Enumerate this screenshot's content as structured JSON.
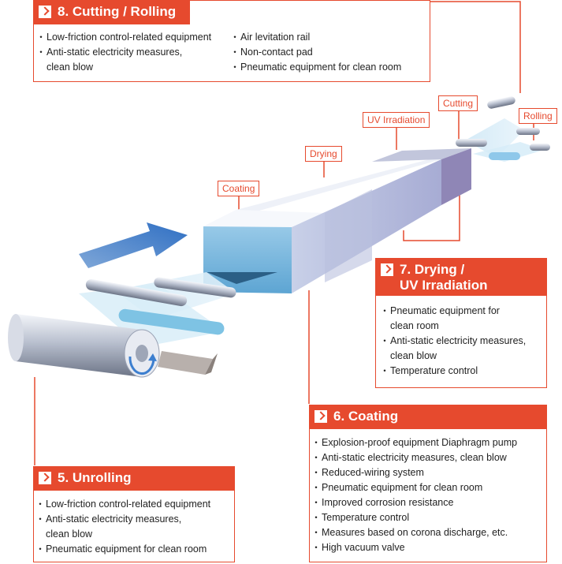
{
  "stage_labels": {
    "coating": "Coating",
    "drying": "Drying",
    "uv": "UV Irradiation",
    "cutting": "Cutting",
    "rolling": "Rolling"
  },
  "box8": {
    "title": "8. Cutting / Rolling",
    "col1": [
      "Low-friction control-related equipment",
      "Anti-static electricity measures,",
      "clean blow"
    ],
    "col2": [
      "Air levitation rail",
      "Non-contact pad",
      "Pneumatic equipment for clean room"
    ]
  },
  "box7": {
    "title_line1": "7. Drying /",
    "title_line2": "UV Irradiation",
    "items": [
      "Pneumatic equipment for",
      "clean room",
      "Anti-static electricity measures,",
      "clean blow",
      "Temperature control"
    ]
  },
  "box6": {
    "title": "6. Coating",
    "items": [
      "Explosion-proof equipment   Diaphragm pump",
      "Anti-static electricity measures, clean blow",
      "Reduced-wiring system",
      "Pneumatic equipment for clean room",
      "Improved corrosion resistance",
      "Temperature control",
      "Measures based on corona discharge, etc.",
      "High vacuum valve"
    ]
  },
  "box5": {
    "title": "5. Unrolling",
    "items": [
      "Low-friction control-related equipment",
      "Anti-static electricity measures,",
      "clean blow",
      "Pneumatic equipment for clean room"
    ]
  },
  "colors": {
    "accent": "#e64a2e"
  }
}
